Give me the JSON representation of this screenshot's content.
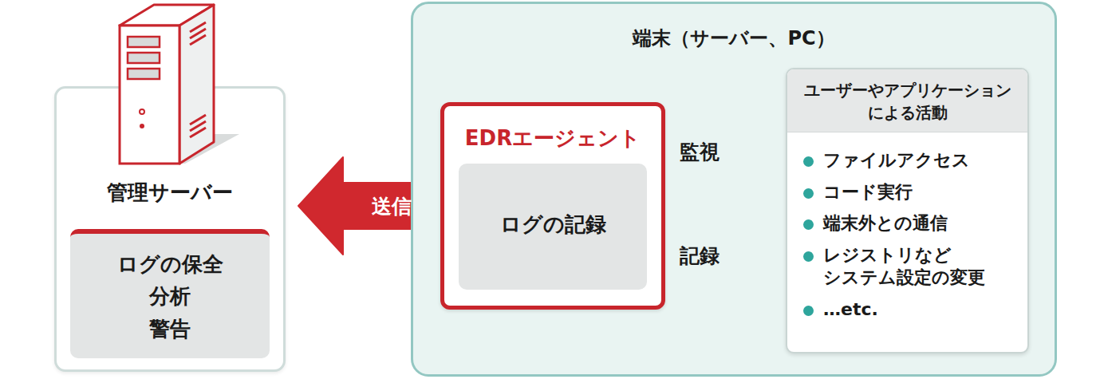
{
  "diagram": {
    "nodes": [
      {
        "text": [
          "管理サーバー"
        ]
      },
      {
        "text": [
          "ログの保全 分析 警告"
        ],
        "in": 0
      },
      {
        "text": [
          "端末（サーバー、PC）"
        ]
      },
      {
        "text": [
          "EDRエージェント"
        ],
        "in": 2
      },
      {
        "text": [
          "ログの記録"
        ],
        "in": 3
      },
      {
        "text": [
          "ユーザーやアプリケーション による活動",
          "ファイルアクセス",
          "コード実行",
          "端末外との通信",
          "レジストリなど システム設定の変更",
          "…etc."
        ],
        "in": 2
      }
    ],
    "edges": [
      {
        "from": 3,
        "to": 0,
        "label": "送信",
        "arrow": "to"
      },
      {
        "from": 3,
        "to": 5,
        "label": "監視",
        "arrow": "to"
      },
      {
        "from": 3,
        "to": 5,
        "label": "記録",
        "arrow": "to"
      }
    ]
  }
}
